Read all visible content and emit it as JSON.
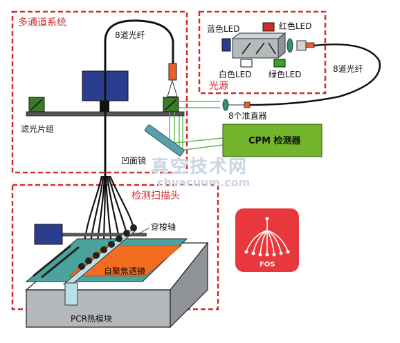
{
  "sections": {
    "multichannel": "多通道系统",
    "light_source": "光源",
    "scan_head": "检测扫描头"
  },
  "labels": {
    "fiber_top": "8道光纤",
    "fiber_right": "8道光纤",
    "blue_led": "蓝色LED",
    "red_led": "红色LED",
    "white_led": "白色LED",
    "green_led": "绿色LED",
    "collimator": "8个准直器",
    "filter_group": "滤光片组",
    "concave_mirror": "凹面镜",
    "detector": "CPM 检测器",
    "shuttle_axis": "穿梭轴",
    "self_focus_lens": "自聚焦透镜",
    "pcr_block": "PCR热模块"
  },
  "watermark": {
    "chinese": "真空技术网",
    "url": "chvacuum.com"
  },
  "logo": {
    "text": "FOS"
  },
  "colors": {
    "dashed_frame": "#d42a2a",
    "detector_green": "#72b52c",
    "pcr_orange": "#f26d21",
    "logo_red": "#e8383d",
    "blue_block": "#2b3d8f"
  }
}
